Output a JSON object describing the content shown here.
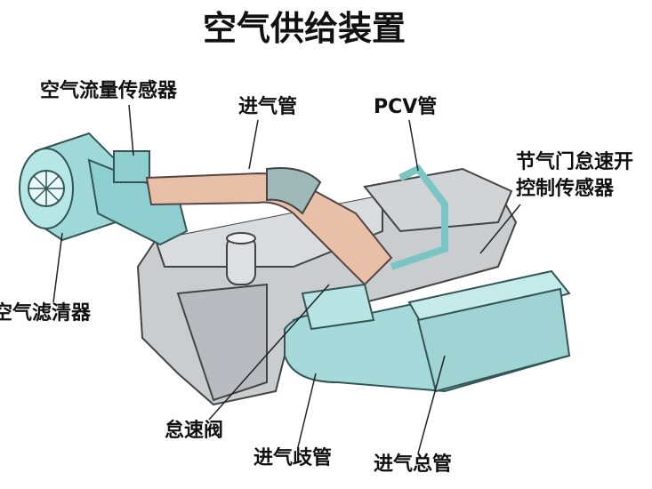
{
  "title": "空气供给装置",
  "labels": {
    "air_flow_sensor": "空气流量传感器",
    "intake_pipe": "进气管",
    "pcv_pipe": "PCV管",
    "throttle_sensor_line1": "节气门怠速开",
    "throttle_sensor_line2": "控制传感器",
    "air_filter": "空气滤清器",
    "idle_valve": "怠速阀",
    "intake_manifold": "进气歧管",
    "intake_plenum": "进气总管"
  },
  "colors": {
    "engine": "#c9cdd0",
    "air_parts": "#9fd8d8",
    "pipe": "#e8c0a8",
    "outline": "#333333"
  }
}
